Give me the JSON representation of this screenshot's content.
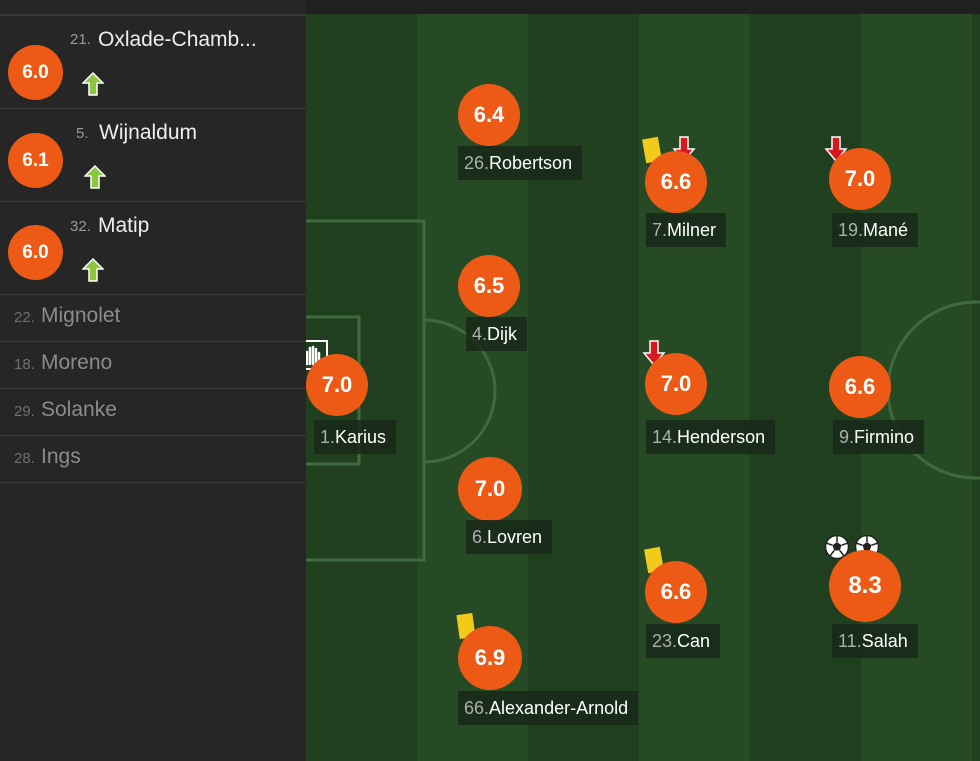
{
  "substitutes_in": [
    {
      "num": "21.",
      "name": "Oxlade-Chamb...",
      "rating": "6.0",
      "icon": "arrow-up-icon"
    },
    {
      "num": "5.",
      "name": "Wijnaldum",
      "rating": "6.1",
      "icon": "arrow-up-icon"
    },
    {
      "num": "32.",
      "name": "Matip",
      "rating": "6.0",
      "icon": "arrow-up-icon"
    }
  ],
  "bench": [
    {
      "num": "22.",
      "name": "Mignolet"
    },
    {
      "num": "18.",
      "name": "Moreno"
    },
    {
      "num": "29.",
      "name": "Solanke"
    },
    {
      "num": "28.",
      "name": "Ings"
    }
  ],
  "lineup": {
    "karius": {
      "num": "1.",
      "name": "Karius",
      "rating": "7.0",
      "icon": "goalkeeper-glove-icon"
    },
    "robertson": {
      "num": "26.",
      "name": "Robertson",
      "rating": "6.4"
    },
    "dijk": {
      "num": "4.",
      "name": "Dijk",
      "rating": "6.5"
    },
    "lovren": {
      "num": "6.",
      "name": "Lovren",
      "rating": "7.0"
    },
    "alexander_arnold": {
      "num": "66.",
      "name": "Alexander-Arnold",
      "rating": "6.9",
      "icon": "yellow-card-icon"
    },
    "milner": {
      "num": "7.",
      "name": "Milner",
      "rating": "6.6",
      "icons": [
        "yellow-card-icon",
        "arrow-down-icon"
      ]
    },
    "henderson": {
      "num": "14.",
      "name": "Henderson",
      "rating": "7.0",
      "icon": "arrow-down-icon"
    },
    "can": {
      "num": "23.",
      "name": "Can",
      "rating": "6.6",
      "icon": "yellow-card-icon"
    },
    "mane": {
      "num": "19.",
      "name": "Mané",
      "rating": "7.0",
      "icon": "arrow-down-icon"
    },
    "firmino": {
      "num": "9.",
      "name": "Firmino",
      "rating": "6.6"
    },
    "salah": {
      "num": "11.",
      "name": "Salah",
      "rating": "8.3",
      "icons": [
        "goal-ball-icon",
        "goal-ball-icon"
      ]
    }
  },
  "colors": {
    "rating": "#ed5a16",
    "sub_in": "#8cc63f",
    "sub_out": "#d7191f",
    "yellow_card": "#f2cb1a"
  }
}
